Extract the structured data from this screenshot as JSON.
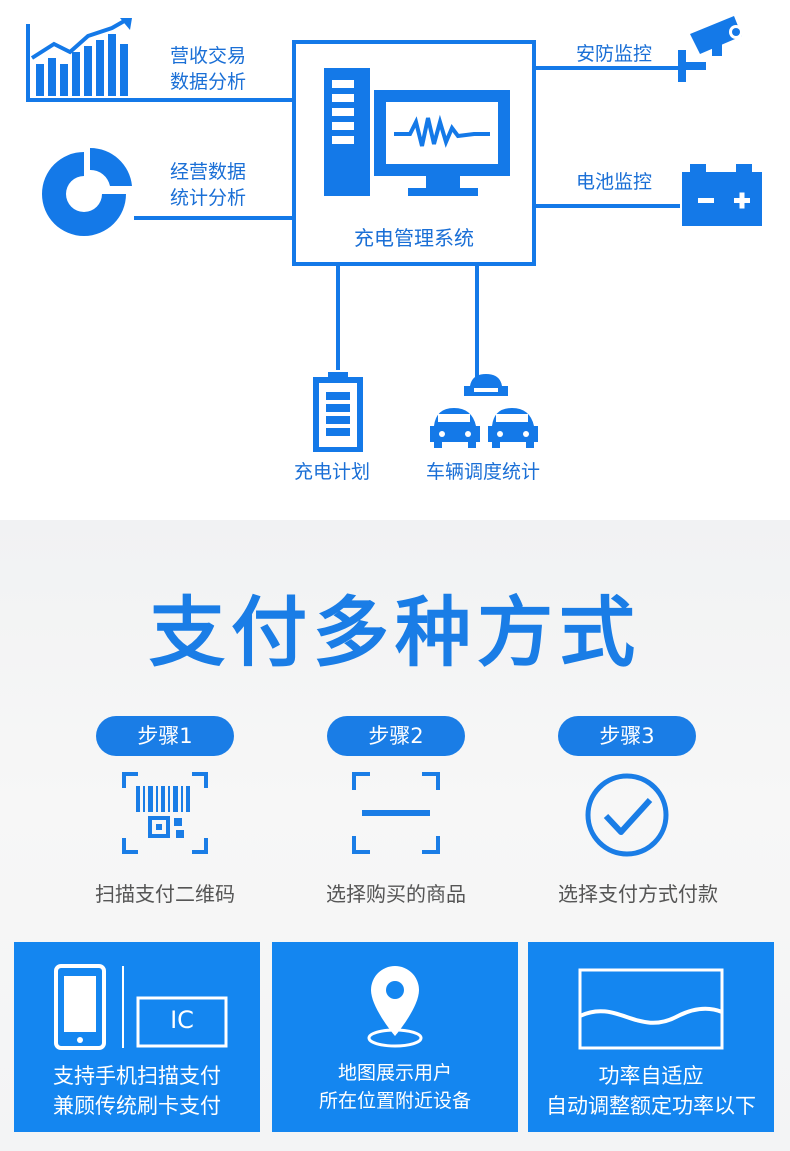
{
  "diagram": {
    "center_label": "充电管理系统",
    "revenue_label_line1": "营收交易",
    "revenue_label_line2": "数据分析",
    "stats_label_line1": "经营数据",
    "stats_label_line2": "统计分析",
    "security_label": "安防监控",
    "battery_label": "电池监控",
    "plan_label": "充电计划",
    "vehicle_label": "车辆调度统计"
  },
  "payment": {
    "title": "支付多种方式",
    "steps": [
      {
        "label": "步骤1",
        "desc": "扫描支付二维码",
        "icon": "qr-scan-icon"
      },
      {
        "label": "步骤2",
        "desc": "选择购买的商品",
        "icon": "scan-frame-icon"
      },
      {
        "label": "步骤3",
        "desc": "选择支付方式付款",
        "icon": "check-circle-icon"
      }
    ],
    "cards": [
      {
        "line1": "支持手机扫描支付",
        "line2": "兼顾传统刷卡支付",
        "ic_text": "IC",
        "icon": "phone-card-icon"
      },
      {
        "line1": "地图展示用户",
        "line2": "所在位置附近设备",
        "icon": "map-pin-icon"
      },
      {
        "line1": "功率自适应",
        "line2": "自动调整额定功率以下",
        "icon": "wave-icon"
      }
    ]
  },
  "colors": {
    "accent": "#1479e8",
    "card": "#1486f0"
  }
}
